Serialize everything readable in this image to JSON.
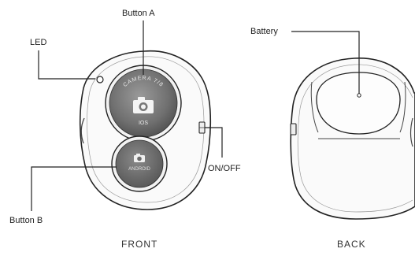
{
  "labels": {
    "button_a": "Button A",
    "led": "LED",
    "battery": "Battery",
    "on_off": "ON/OFF",
    "button_b": "Button B"
  },
  "captions": {
    "front": "FRONT",
    "back": "BACK"
  },
  "button_a_text": {
    "top": "CAMERA 7/8",
    "bottom": "IOS"
  },
  "button_b_text": "ANDROID",
  "icons": {
    "button_a": "camera-icon",
    "button_b": "camera-icon"
  }
}
